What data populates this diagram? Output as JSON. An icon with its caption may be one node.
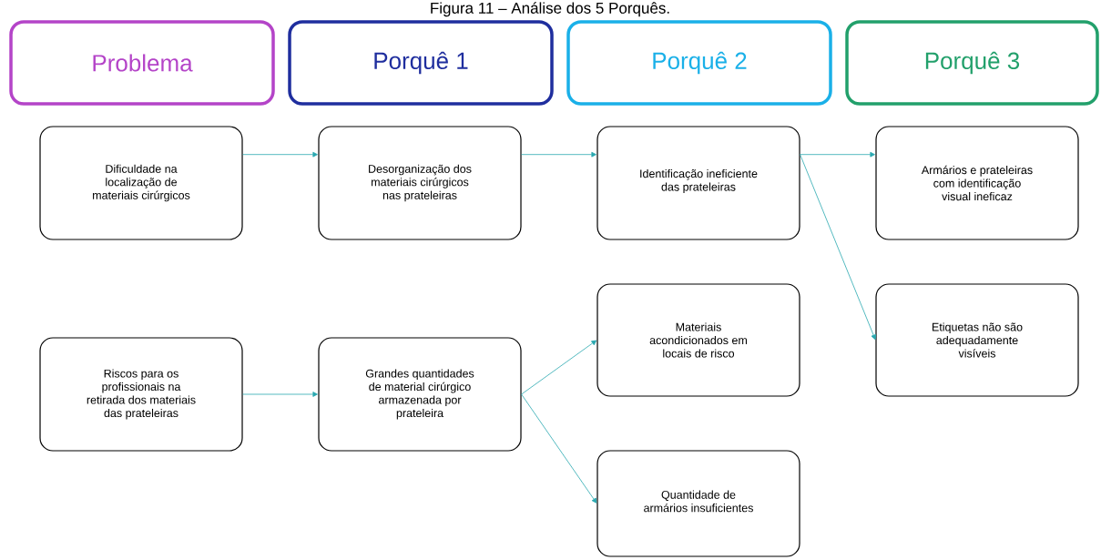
{
  "diagram": {
    "title": "Figura 11 – Análise dos 5 Porquês.",
    "nodes": [
      {
        "text": [
          "Problema"
        ]
      },
      {
        "text": [
          "Porquê 1"
        ]
      },
      {
        "text": [
          "Porquê 2"
        ]
      },
      {
        "text": [
          "Porquê 3"
        ]
      },
      {
        "text": [
          "Dificuldade na localização de materiais cirúrgicos"
        ]
      },
      {
        "text": [
          "Desorganização dos materiais cirúrgicos nas prateleiras"
        ]
      },
      {
        "text": [
          "Identificação ineficiente das prateleiras"
        ]
      },
      {
        "text": [
          "Armários e prateleiras com identificação visual ineficaz"
        ]
      },
      {
        "text": [
          "Materiais acondicionados em locais de risco"
        ]
      },
      {
        "text": [
          "Etiquetas não são adequadamente visíveis"
        ]
      },
      {
        "text": [
          "Riscos para os profissionais na retirada dos materiais das prateleiras"
        ]
      },
      {
        "text": [
          "Grandes quantidades de material cirúrgico armazenada por prateleira"
        ]
      },
      {
        "text": [
          "Quantidade de armários insuficientes"
        ]
      }
    ],
    "edges": [
      {
        "from": 4,
        "to": 5,
        "arrow": "to"
      },
      {
        "from": 5,
        "to": 6,
        "arrow": "to"
      },
      {
        "from": 6,
        "to": 7,
        "arrow": "to"
      },
      {
        "from": 6,
        "to": 9,
        "arrow": "to"
      },
      {
        "from": 10,
        "to": 11,
        "arrow": "to"
      },
      {
        "from": 11,
        "to": 8,
        "arrow": "to"
      },
      {
        "from": 11,
        "to": 12,
        "arrow": "to"
      }
    ]
  }
}
